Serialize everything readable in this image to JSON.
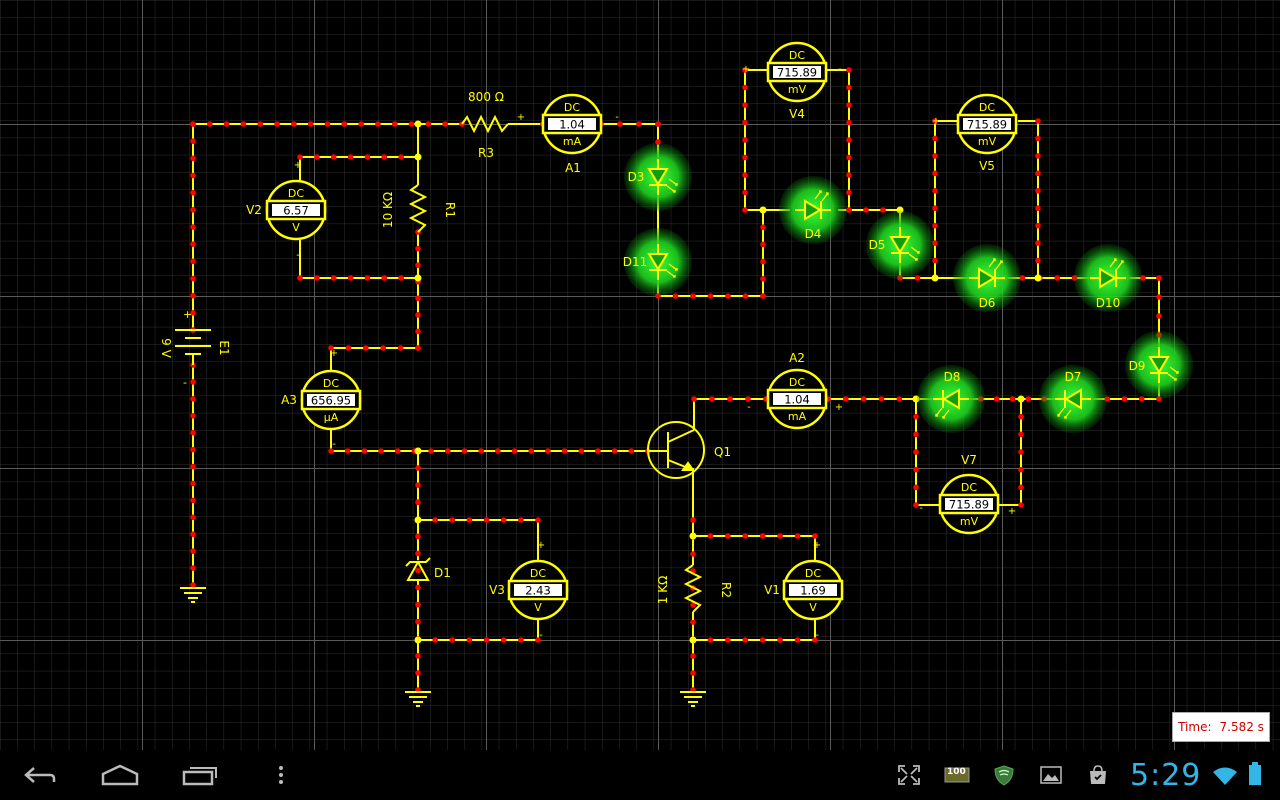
{
  "circuit": {
    "components": [
      {
        "id": "E1",
        "label": "E1",
        "value": "9 V",
        "type": "battery"
      },
      {
        "id": "R1",
        "label": "R1",
        "value": "10 KΩ",
        "type": "resistor"
      },
      {
        "id": "R2",
        "label": "R2",
        "value": "1 KΩ",
        "type": "resistor"
      },
      {
        "id": "R3",
        "label": "R3",
        "value": "800 Ω",
        "type": "resistor"
      },
      {
        "id": "Q1",
        "label": "Q1",
        "type": "transistor"
      },
      {
        "id": "D1",
        "label": "D1",
        "type": "zener-diode"
      },
      {
        "id": "D3",
        "label": "D3",
        "type": "led"
      },
      {
        "id": "D4",
        "label": "D4",
        "type": "led"
      },
      {
        "id": "D5",
        "label": "D5",
        "type": "led"
      },
      {
        "id": "D6",
        "label": "D6",
        "type": "led"
      },
      {
        "id": "D7",
        "label": "D7",
        "type": "led"
      },
      {
        "id": "D8",
        "label": "D8",
        "type": "led"
      },
      {
        "id": "D9",
        "label": "D9",
        "type": "led"
      },
      {
        "id": "D10",
        "label": "D10",
        "type": "led"
      },
      {
        "id": "D11",
        "label": "D11",
        "type": "led"
      }
    ],
    "meters": [
      {
        "id": "A1",
        "label": "A1",
        "mode": "DC",
        "value": "1.04",
        "unit": "mA"
      },
      {
        "id": "A2",
        "label": "A2",
        "mode": "DC",
        "value": "1.04",
        "unit": "mA"
      },
      {
        "id": "A3",
        "label": "A3",
        "mode": "DC",
        "value": "656.95",
        "unit": "µA"
      },
      {
        "id": "V1",
        "label": "V1",
        "mode": "DC",
        "value": "1.69",
        "unit": "V"
      },
      {
        "id": "V2",
        "label": "V2",
        "mode": "DC",
        "value": "6.57",
        "unit": "V"
      },
      {
        "id": "V3",
        "label": "V3",
        "mode": "DC",
        "value": "2.43",
        "unit": "V"
      },
      {
        "id": "V4",
        "label": "V4",
        "mode": "DC",
        "value": "715.89",
        "unit": "mV"
      },
      {
        "id": "V5",
        "label": "V5",
        "mode": "DC",
        "value": "715.89",
        "unit": "mV"
      },
      {
        "id": "V7",
        "label": "V7",
        "mode": "DC",
        "value": "715.89",
        "unit": "mV"
      }
    ],
    "polarity": {
      "plus": "+",
      "minus": "-"
    }
  },
  "simulation": {
    "time_label": "Time:",
    "time_value": "7.582 s"
  },
  "navbar": {
    "back_icon": "back-icon",
    "home_icon": "home-icon",
    "recents_icon": "recent-apps-icon",
    "menu_icon": "overflow-menu-icon",
    "status_icons": [
      "fullscreen-icon",
      "battery-100-badge-icon",
      "shield-icon",
      "gallery-icon",
      "shopping-bag-icon"
    ],
    "battery_badge": "100",
    "clock": "5:29",
    "clock_color": "#33b5e5"
  },
  "colors": {
    "wire": "#ffff00",
    "node": "#ff0000",
    "led": "#29ff29",
    "led_glow": "#19c819",
    "grid": "#4a4a4a",
    "background": "#000000"
  }
}
